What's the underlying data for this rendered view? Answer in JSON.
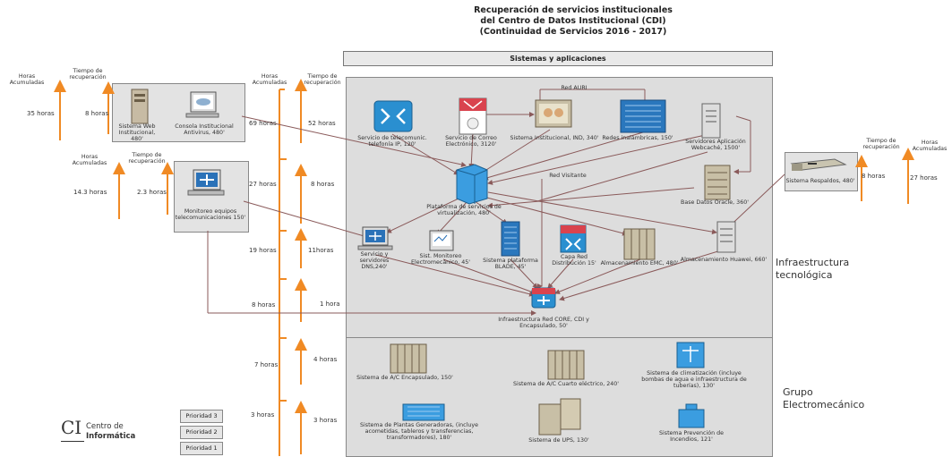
{
  "title": {
    "line1": "Recuperación de servicios institucionales",
    "line2": "del Centro de Datos Institucional (CDI)",
    "line3": "(Continuidad de Servicios 2016 - 2017)"
  },
  "sections": {
    "systems": "Sistemas y aplicaciones",
    "infra": "Infraestructura tecnológica",
    "electro": "Grupo Electromecánico"
  },
  "headers": {
    "hours": "Horas Acumuladas",
    "recovery": "Tiempo de recuperación"
  },
  "timeline_left": {
    "groups": [
      {
        "acc": "35 horas",
        "rec": "8 horas"
      },
      {
        "acc": "14.3 horas",
        "rec": "2.3 horas"
      }
    ]
  },
  "timeline_main": {
    "rows": [
      {
        "acc": "69 horas",
        "rec": "52 horas"
      },
      {
        "acc": "27 horas",
        "rec": "8 horas"
      },
      {
        "acc": "19 horas",
        "rec": "11horas"
      },
      {
        "acc": "8 horas",
        "rec": "1 hora"
      },
      {
        "acc": "7 horas",
        "rec": "4 horas"
      },
      {
        "acc": "3 horas",
        "rec": "3 horas"
      }
    ]
  },
  "timeline_right": {
    "rec": "8 horas",
    "acc": "27 horas"
  },
  "left_boxes": {
    "web": "Sistema Web Institucional, 480'",
    "console": "Consola Institucional Antivirus, 480'",
    "monitor": "Monitoreo equipos telecomunicaciones 150'"
  },
  "right_box": {
    "backup": "Sistema Respaldos, 480'"
  },
  "networks": {
    "auri": "Red AURI",
    "visitante": "Red Visitante"
  },
  "systems": {
    "telecom": "Servicio de telecomunic. telefonía IP, 120'",
    "mail": "Servicio de Correo Electrónico, 3120'",
    "inst": "Sistema Institucional, IND, 340'",
    "redes": "Redes inalámbricas, 150'",
    "apps": "Servidores Aplicación Webcaché, 1500'",
    "virt": "Plataforma de servicios de virtualización, 480'",
    "oracle": "Base Datos Oracle, 360'",
    "dns": "Servicio y servidores DNS,240'",
    "mon_elec": "Sist. Monitoreo Electromecánico, 45'",
    "blade": "Sistema plataforma BLADE, 45'",
    "dist": "Capa Red Distribución 15'",
    "emc": "Almacenamiento EMC, 480'",
    "huawei": "Almacenamiento Huawei, 660'",
    "core": "Infraestructura Red CORE, CDI y Encapsulado, 50'"
  },
  "electro": {
    "ac_enc": "Sistema de A/C Encapsulado, 150'",
    "ac_cuarto": "Sistema de A/C Cuarto eléctrico, 240'",
    "clima": "Sistema de climatización (incluye bombas de agua e infraestructura de tuberías), 130'",
    "plantas": "Sistema de Plantas Generadoras, (incluye acometidas, tableros y transferencias, transformadores), 180'",
    "ups": "Sistema de UPS, 130'",
    "incendio": "Sistema Prevención de Incendios, 121'"
  },
  "priorities": [
    "Prioridad 3",
    "Prioridad 2",
    "Prioridad 1"
  ],
  "logo": {
    "ci": "CI",
    "line1": "Centro de",
    "line2": "Informática"
  },
  "colors": {
    "arrow": "#f08a24",
    "zone": "#dcdcdc",
    "line": "#8a5a5a",
    "accent": "#1e7fc8"
  }
}
